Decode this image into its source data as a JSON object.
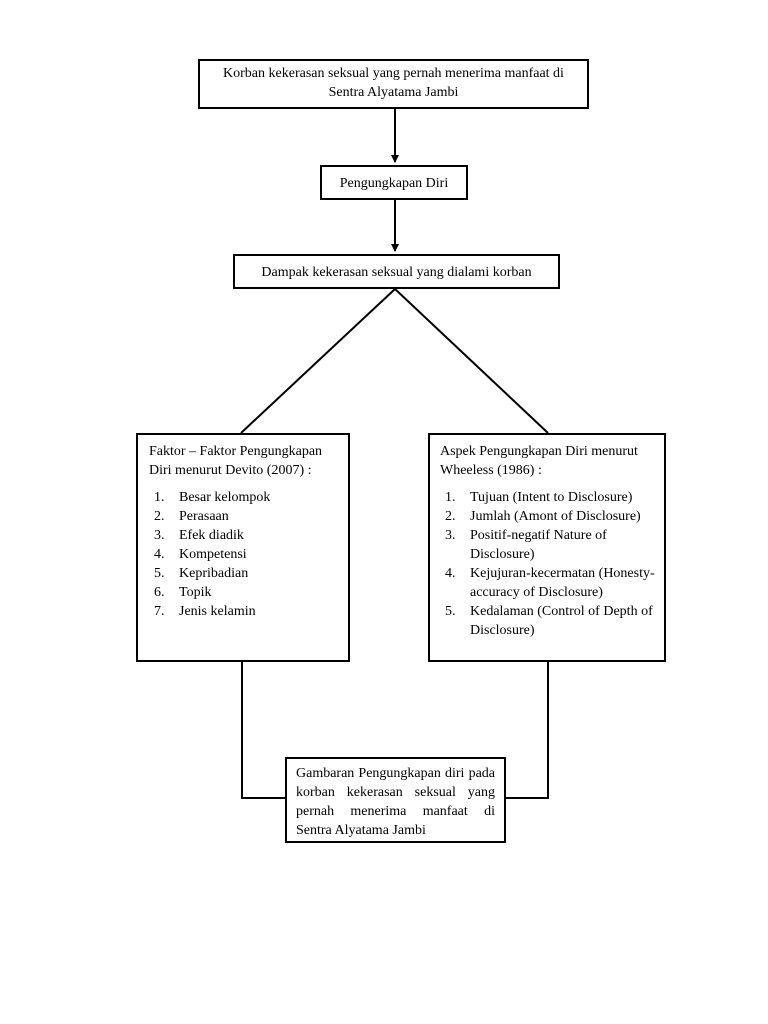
{
  "top_box": "Korban kekerasan seksual yang pernah menerima manfaat di Sentra Alyatama Jambi",
  "middle_box": "Pengungkapan Diri",
  "impact_box": "Dampak kekerasan seksual yang dialami korban",
  "left_box": {
    "heading": "Faktor – Faktor Pengungkapan Diri menurut Devito (2007) :",
    "items": [
      {
        "num": "1.",
        "text": "Besar kelompok"
      },
      {
        "num": "2.",
        "text": "Perasaan"
      },
      {
        "num": "3.",
        "text": "Efek diadik"
      },
      {
        "num": "4.",
        "text": "Kompetensi"
      },
      {
        "num": "5.",
        "text": "Kepribadian"
      },
      {
        "num": "6.",
        "text": "Topik"
      },
      {
        "num": "7.",
        "text": "Jenis kelamin"
      }
    ]
  },
  "right_box": {
    "heading": "Aspek Pengungkapan Diri menurut Wheeless (1986) :",
    "items": [
      {
        "num": "1.",
        "text": "Tujuan (Intent to Disclosure)"
      },
      {
        "num": "2.",
        "text": "Jumlah (Amont of Disclosure)"
      },
      {
        "num": "3.",
        "text": "Positif-negatif Nature of Disclosure)"
      },
      {
        "num": "4.",
        "text": "Kejujuran-kecermatan (Honesty-accuracy of Disclosure)"
      },
      {
        "num": "5.",
        "text": "Kedalaman (Control of Depth of Disclosure)"
      }
    ]
  },
  "bottom_box": "Gambaran Pengungkapan diri pada korban kekerasan seksual yang pernah menerima manfaat di Sentra Alyatama Jambi"
}
